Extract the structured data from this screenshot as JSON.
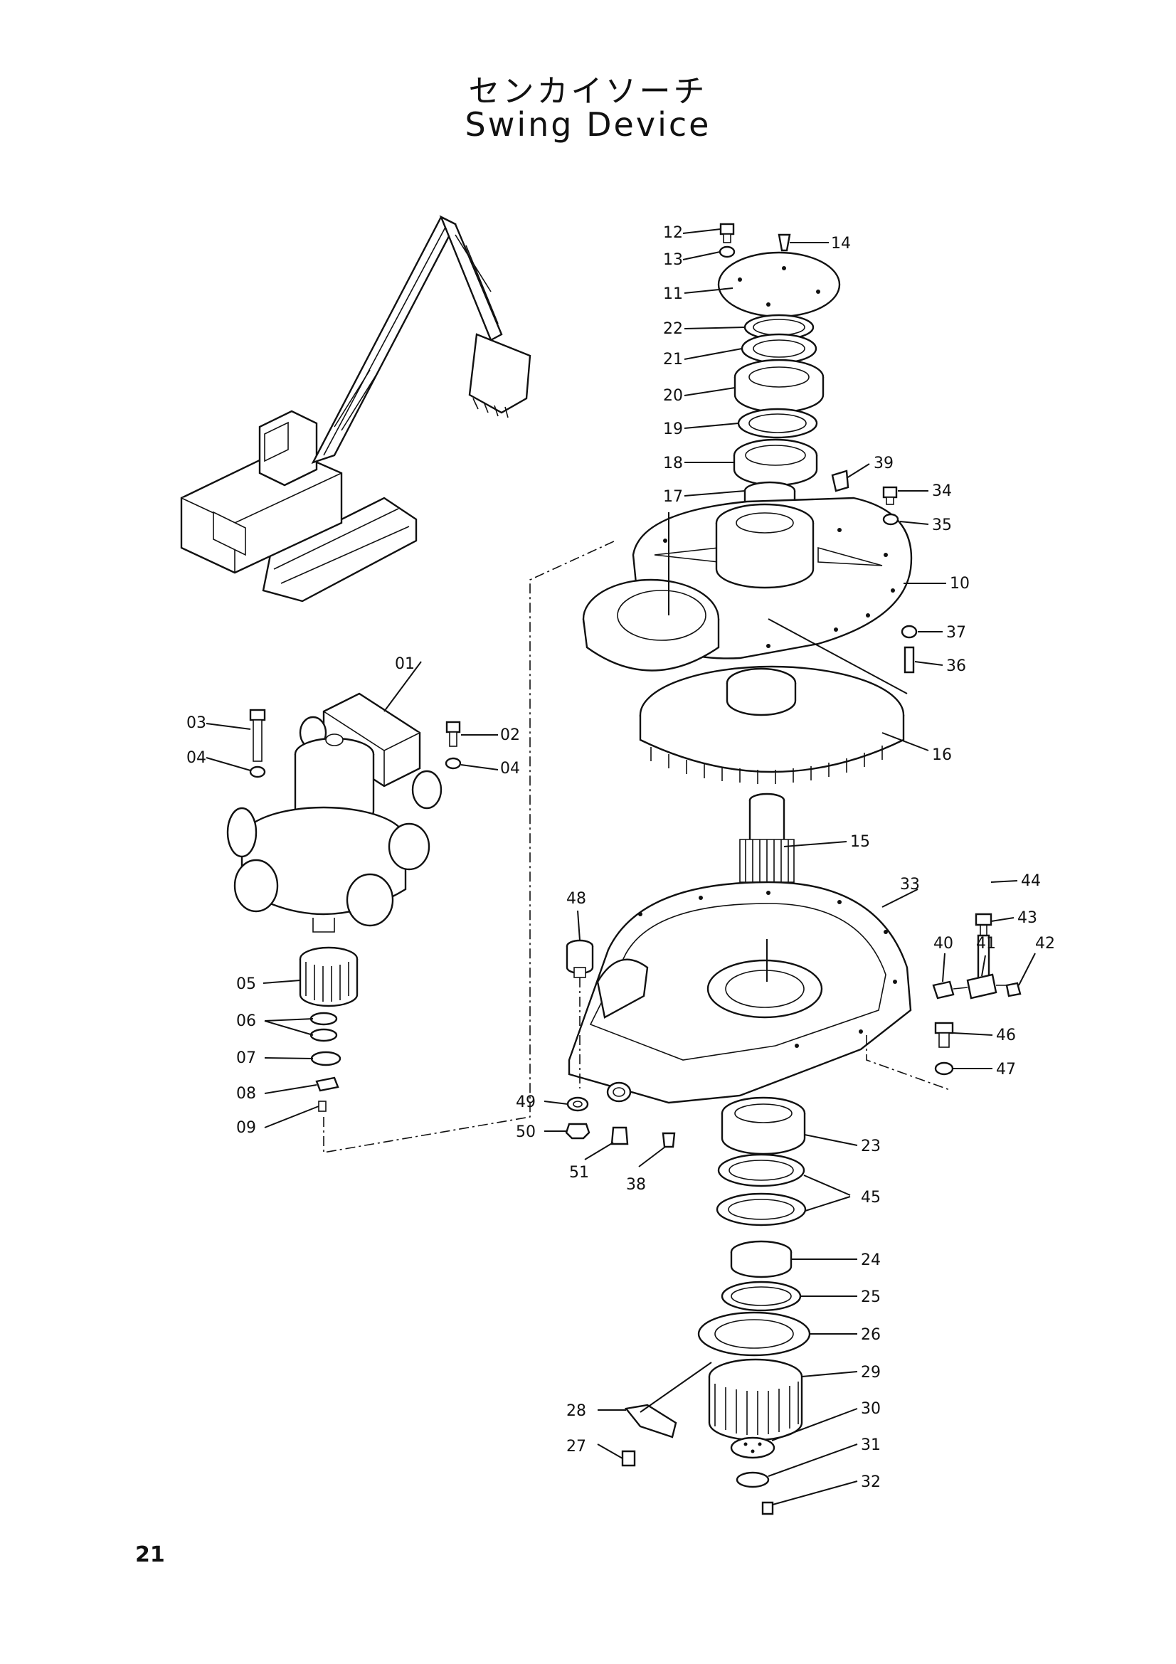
{
  "title_jp": "センカイソーチ",
  "title_en": "Swing Device",
  "page_number": "21",
  "callouts": [
    "01",
    "02",
    "03",
    "04",
    "04",
    "05",
    "06",
    "07",
    "08",
    "09",
    "10",
    "11",
    "12",
    "13",
    "14",
    "15",
    "16",
    "17",
    "18",
    "19",
    "20",
    "21",
    "22",
    "23",
    "24",
    "25",
    "26",
    "27",
    "28",
    "29",
    "30",
    "31",
    "32",
    "33",
    "34",
    "35",
    "36",
    "37",
    "38",
    "39",
    "40",
    "41",
    "42",
    "43",
    "44",
    "45",
    "46",
    "47",
    "48",
    "49",
    "50",
    "51"
  ]
}
